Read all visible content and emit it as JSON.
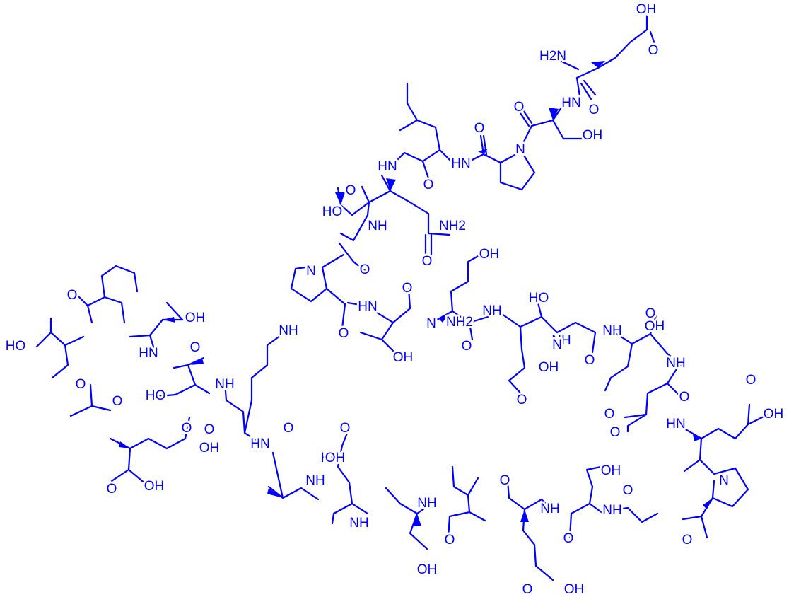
{
  "colors": {
    "ink": "#0000ff",
    "background": "#ffffff"
  },
  "atom_labels": [
    {
      "id": "a0",
      "text": "OH"
    },
    {
      "id": "a1",
      "text": "O"
    },
    {
      "id": "a2",
      "text": "H2N",
      "sub": "2"
    },
    {
      "id": "a3",
      "text": "HN"
    },
    {
      "id": "a4",
      "text": "O"
    },
    {
      "id": "a5",
      "text": "O"
    },
    {
      "id": "a6",
      "text": "N"
    },
    {
      "id": "a7",
      "text": "OH"
    },
    {
      "id": "a8",
      "text": "O"
    },
    {
      "id": "a9",
      "text": "HN"
    },
    {
      "id": "a10",
      "text": "HN"
    },
    {
      "id": "a11",
      "text": "O"
    },
    {
      "id": "a12",
      "text": "HO"
    },
    {
      "id": "a13",
      "text": "O"
    },
    {
      "id": "a14",
      "text": "NH"
    },
    {
      "id": "a15",
      "text": "NH2"
    },
    {
      "id": "a16",
      "text": "O"
    },
    {
      "id": "a17",
      "text": "OH"
    },
    {
      "id": "a18",
      "text": "N"
    },
    {
      "id": "a19",
      "text": "O"
    },
    {
      "id": "a20",
      "text": "HN"
    },
    {
      "id": "a21",
      "text": "O"
    },
    {
      "id": "a22",
      "text": "NH2"
    },
    {
      "id": "a23",
      "text": "O"
    },
    {
      "id": "a24",
      "text": "N"
    },
    {
      "id": "a25",
      "text": "OH"
    },
    {
      "id": "a26",
      "text": "NH"
    },
    {
      "id": "a27",
      "text": "O"
    },
    {
      "id": "a28",
      "text": "HO"
    },
    {
      "id": "a29",
      "text": "NH"
    },
    {
      "id": "a30",
      "text": "OH"
    },
    {
      "id": "a31",
      "text": "O"
    },
    {
      "id": "a32",
      "text": "N"
    },
    {
      "id": "a33",
      "text": "NH"
    },
    {
      "id": "a34",
      "text": "HN"
    },
    {
      "id": "a35",
      "text": "O"
    },
    {
      "id": "a36",
      "text": "OH"
    },
    {
      "id": "a37",
      "text": "O"
    },
    {
      "id": "a38",
      "text": "NH"
    },
    {
      "id": "a39",
      "text": "O"
    },
    {
      "id": "a40",
      "text": "O"
    },
    {
      "id": "a41",
      "text": "OH"
    },
    {
      "id": "a42",
      "text": "HN"
    },
    {
      "id": "a43",
      "text": "O"
    },
    {
      "id": "a44",
      "text": "O"
    },
    {
      "id": "a45",
      "text": "NH"
    },
    {
      "id": "a46",
      "text": "HO"
    },
    {
      "id": "a47",
      "text": "O"
    },
    {
      "id": "a48",
      "text": "O"
    },
    {
      "id": "a49",
      "text": "O"
    },
    {
      "id": "a50",
      "text": "HO"
    },
    {
      "id": "a51",
      "text": "HN"
    },
    {
      "id": "a52",
      "text": "O"
    },
    {
      "id": "a53",
      "text": "OH"
    },
    {
      "id": "a54",
      "text": "OH"
    },
    {
      "id": "a55",
      "text": "O"
    },
    {
      "id": "a56",
      "text": "O"
    },
    {
      "id": "a57",
      "text": "OH"
    },
    {
      "id": "a58",
      "text": "NH"
    },
    {
      "id": "a59",
      "text": "O"
    },
    {
      "id": "a60",
      "text": "HN"
    },
    {
      "id": "a61",
      "text": "O"
    },
    {
      "id": "a62",
      "text": "NH"
    },
    {
      "id": "a63",
      "text": "HO"
    },
    {
      "id": "a64",
      "text": "OH"
    },
    {
      "id": "a65",
      "text": "O"
    },
    {
      "id": "a66",
      "text": "NH"
    },
    {
      "id": "a67",
      "text": "NH"
    },
    {
      "id": "a68",
      "text": "OH"
    },
    {
      "id": "a69",
      "text": "O"
    },
    {
      "id": "a70",
      "text": "N"
    },
    {
      "id": "a71",
      "text": "NH"
    },
    {
      "id": "a72",
      "text": "NH"
    },
    {
      "id": "a73",
      "text": "O"
    },
    {
      "id": "a74",
      "text": "OH"
    },
    {
      "id": "a75",
      "text": "O"
    },
    {
      "id": "a76",
      "text": "O"
    },
    {
      "id": "a77",
      "text": "O"
    },
    {
      "id": "a78",
      "text": "OH"
    },
    {
      "id": "a79",
      "text": "O"
    }
  ]
}
